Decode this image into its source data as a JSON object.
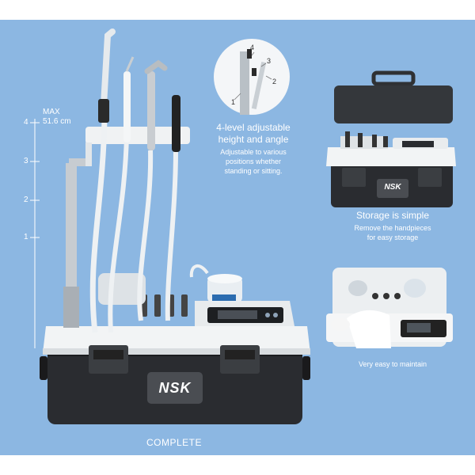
{
  "colors": {
    "background": "#8cb7e2",
    "case_body": "#2a2c30",
    "case_lid": "#3a3c40",
    "tray": "#f2f4f5",
    "hose": "#eef1f3",
    "text": "#ffffff"
  },
  "ruler": {
    "max_label": "MAX",
    "max_value": "51.6 cm",
    "ticks": [
      "4",
      "3",
      "2",
      "1"
    ]
  },
  "adjust": {
    "title_line1": "4-level adjustable",
    "title_line2": "height and angle",
    "desc_line1": "Adjustable to various",
    "desc_line2": "positions whether",
    "desc_line3": "standing or sitting.",
    "levels": [
      "4",
      "3",
      "2",
      "1"
    ]
  },
  "storage": {
    "title": "Storage is simple",
    "desc_line1": "Remove the handpieces",
    "desc_line2": "for easy storage"
  },
  "maintain": {
    "caption": "Very easy to maintain"
  },
  "brand": {
    "logo": "NSK",
    "small_logo": "NSK"
  },
  "caption": "COMPLETE"
}
